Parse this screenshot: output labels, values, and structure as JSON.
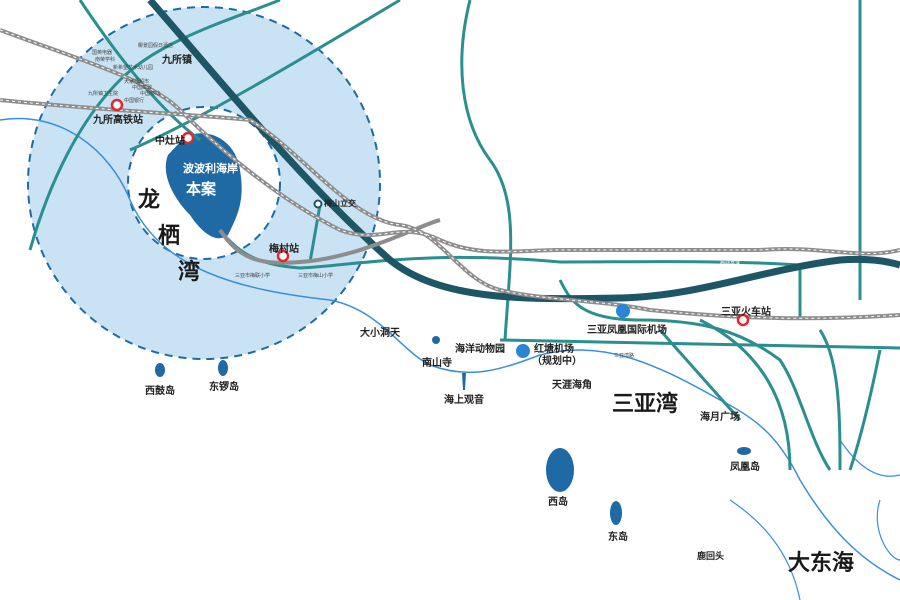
{
  "project": {
    "logo_text": "波波利海岸",
    "marker": "本案"
  },
  "water": {
    "longqi_bay": [
      "龙",
      "栖",
      "湾"
    ],
    "sanya_bay": "三亚湾",
    "dadong_sea": "大东海"
  },
  "places": {
    "jiusuo_town": "九所镇",
    "jiusuo_hsr": "九所高铁站",
    "zhongzao": "中灶站",
    "meicun": "梅村站",
    "meishan_interchange": "梅山立交",
    "xigu_island": "西鼓岛",
    "dongluo_island": "东锣岛",
    "daxiaodongtian": "大小洞天",
    "nanshan_temple": "南山寺",
    "haishang_guanyin": "海上观音",
    "ocean_zoo": "海洋动物园",
    "hongtang_airport": "红塘机场",
    "hongtang_note": "（规划中）",
    "tianya_haijiao": "天涯海角",
    "phoenix_airport": "三亚凤凰国际机场",
    "sanya_station": "三亚火车站",
    "haiyue_square": "海月广场",
    "fenghuang_island": "凤凰岛",
    "xi_island": "西岛",
    "dong_island": "东岛",
    "luhuitou": "鹿回头"
  },
  "small_labels": [
    "国英电器",
    "南荣学科",
    "新希望艺术幼儿园",
    "九所镇卫生院",
    "大家福超市",
    "中国邮政",
    "中国移动",
    "中国银行",
    "椰景园假日酒店",
    "三亚市梅联小学",
    "三亚市梅山小学",
    "西线高速",
    "三亚湾路"
  ],
  "colors": {
    "circle": "#c9e3f5",
    "core": "#1f6aa5",
    "expressway": "#1d5664",
    "road": "#2a8f8e",
    "rail": "#8d8d8d",
    "coast": "#3a8fd8"
  }
}
